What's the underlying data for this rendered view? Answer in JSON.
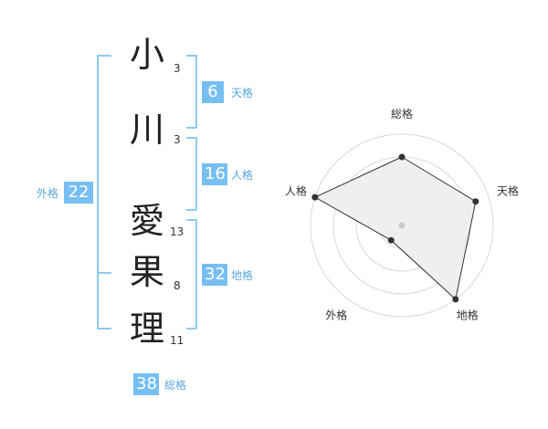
{
  "name": {
    "chars": [
      {
        "char": "小",
        "strokes": "3"
      },
      {
        "char": "川",
        "strokes": "3"
      },
      {
        "char": "愛",
        "strokes": "13"
      },
      {
        "char": "果",
        "strokes": "8"
      },
      {
        "char": "理",
        "strokes": "11"
      }
    ]
  },
  "fortune": {
    "tenkaku": {
      "label": "天格",
      "value": "6"
    },
    "jinkaku": {
      "label": "人格",
      "value": "16"
    },
    "chikaku": {
      "label": "地格",
      "value": "32"
    },
    "gaikaku": {
      "label": "外格",
      "value": "22"
    },
    "soukaku": {
      "label": "総格",
      "value": "38"
    }
  },
  "radar": {
    "axes": [
      "総格",
      "天格",
      "地格",
      "外格",
      "人格"
    ],
    "levels": 4,
    "scores": [
      0.75,
      0.85,
      1.0,
      0.2,
      1.0
    ],
    "colors": {
      "grid": "#d8d8d8",
      "fill": "#ececec",
      "line": "#333333",
      "point": "#333333",
      "center": "#cccccc"
    }
  },
  "colors": {
    "accent": "#77bff2",
    "bracket": "#8ecbf4"
  }
}
